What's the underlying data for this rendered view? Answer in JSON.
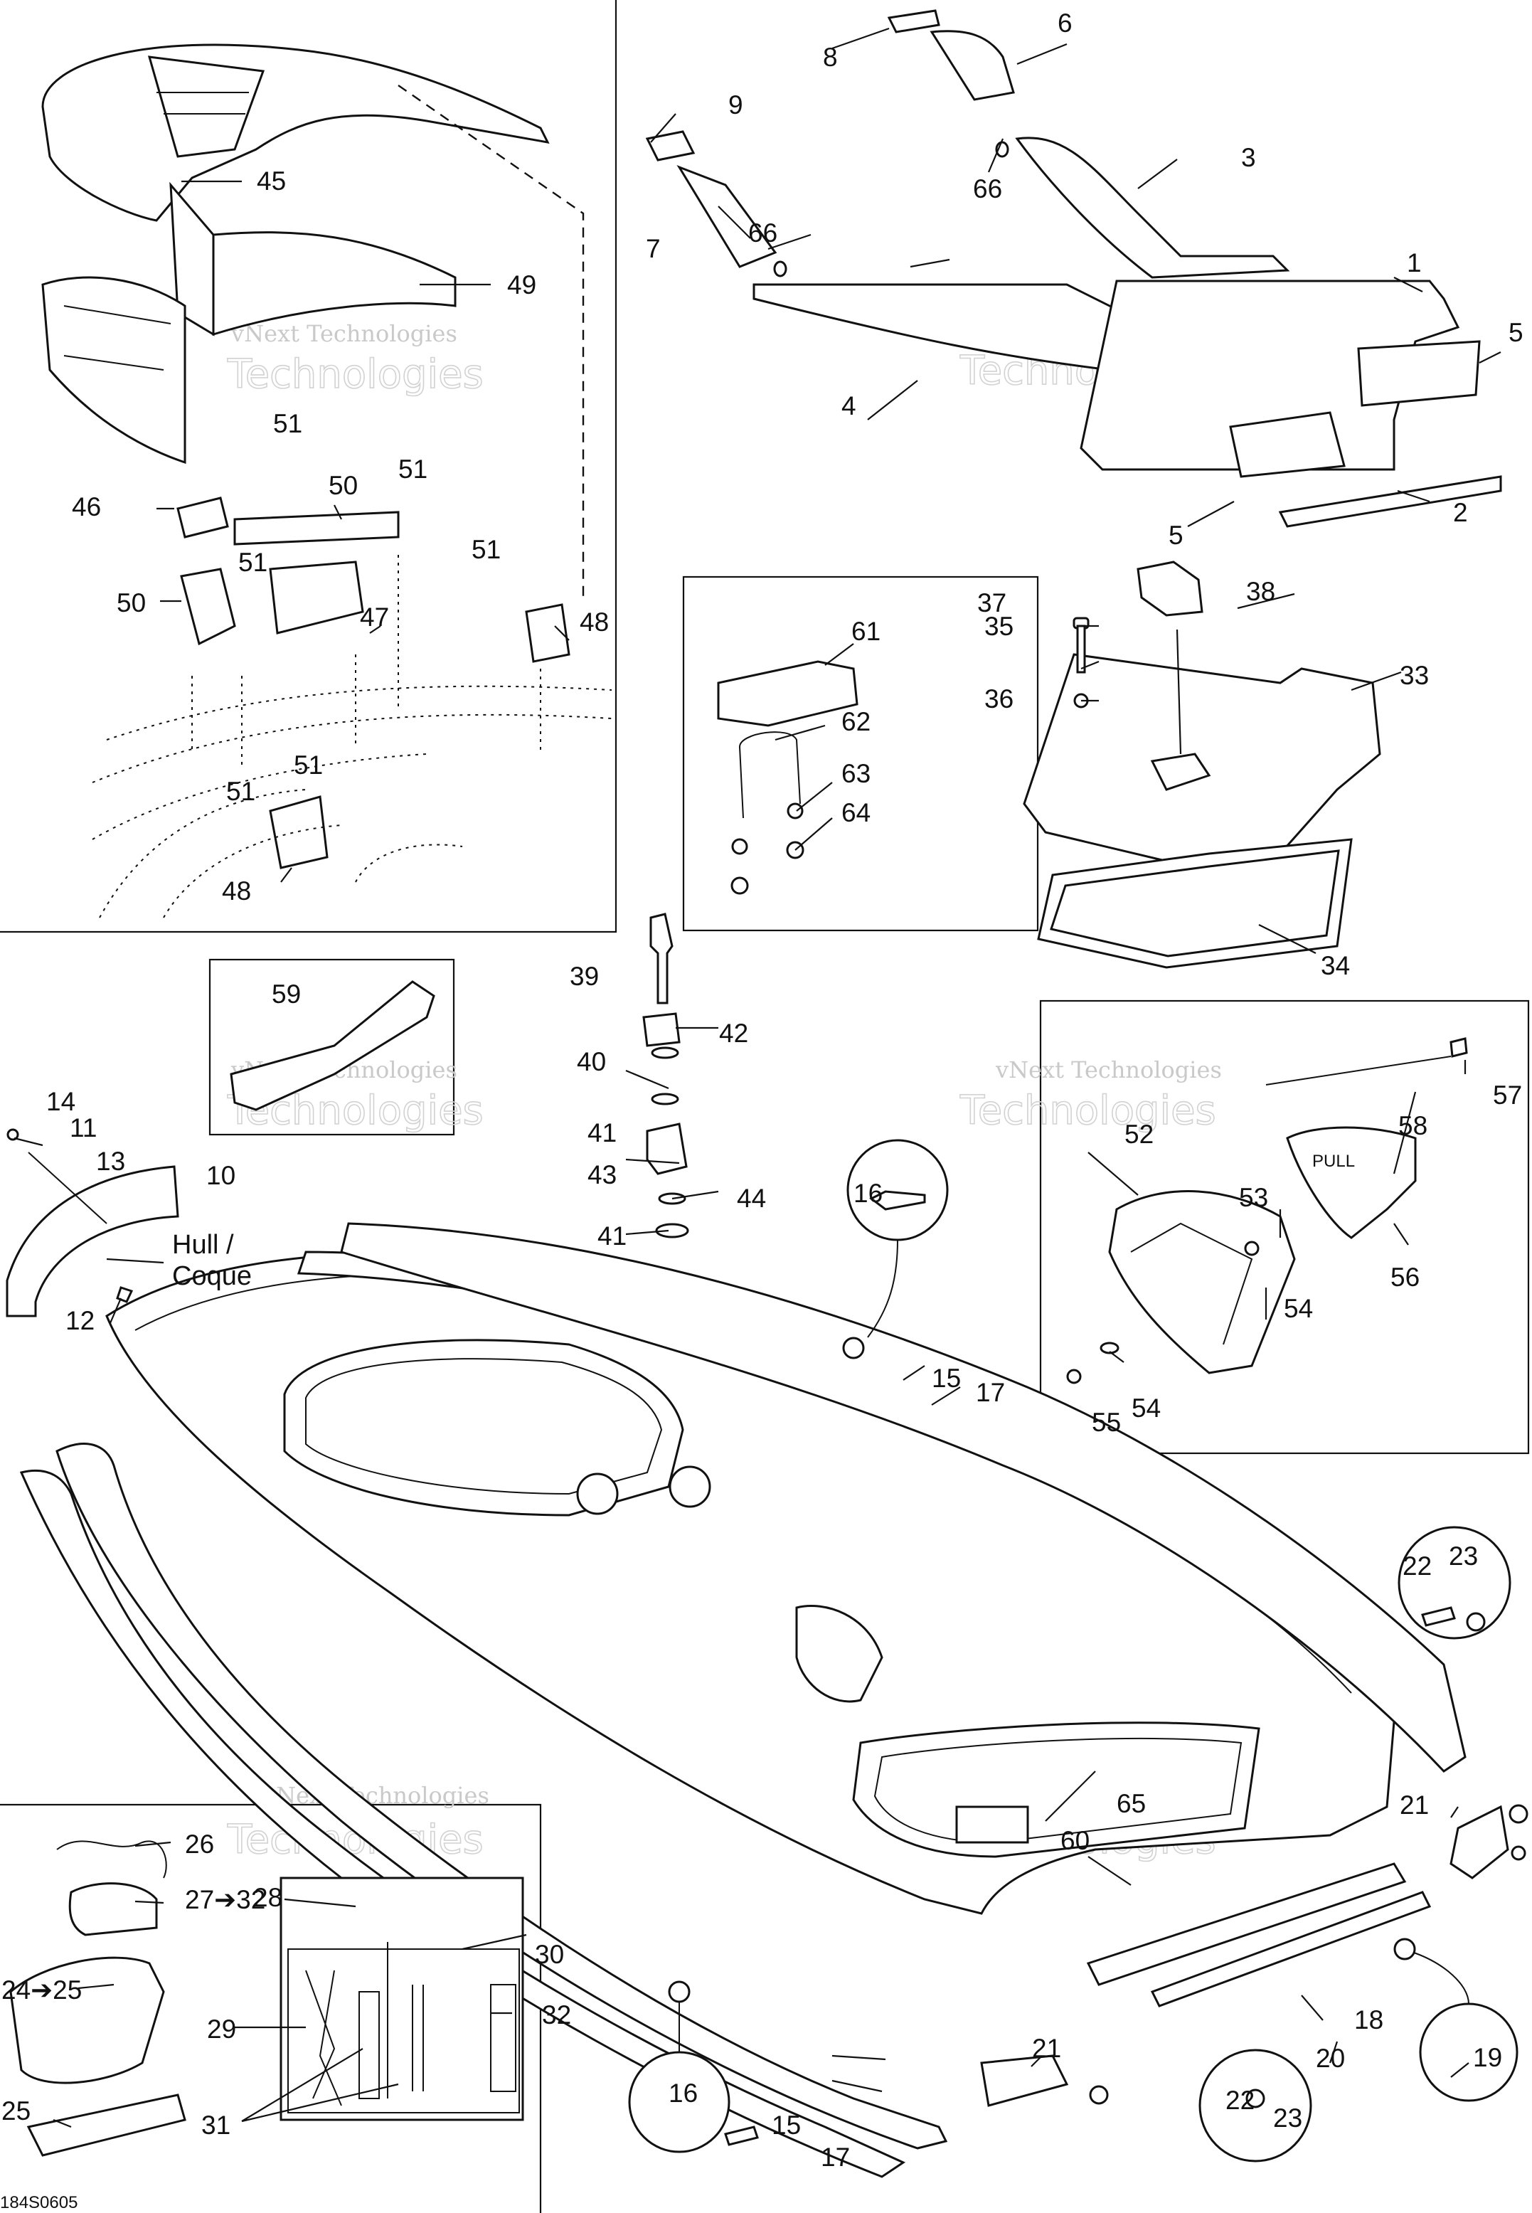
{
  "diagram_code": "184S0605",
  "watermark": {
    "line1": "vNext Technologies",
    "line2": "Technologies"
  },
  "labels": {
    "p1": "1",
    "p2": "2",
    "p3": "3",
    "p4": "4",
    "p5a": "5",
    "p5b": "5",
    "p6": "6",
    "p7": "7",
    "p8": "8",
    "p9": "9",
    "p10": "10",
    "p11": "11",
    "p12": "12",
    "p13": "13",
    "p14": "14",
    "p15a": "15",
    "p15b": "15",
    "p16a": "16",
    "p16b": "16",
    "p17a": "17",
    "p17b": "17",
    "p18": "18",
    "p19": "19",
    "p20": "20",
    "p21a": "21",
    "p21b": "21",
    "p22a": "22",
    "p22b": "22",
    "p23a": "23",
    "p23b": "23",
    "p24": "24➔25",
    "p25": "25",
    "p26": "26",
    "p27": "27➔32",
    "p28": "28",
    "p29": "29",
    "p30": "30",
    "p31": "31",
    "p32": "32",
    "p33": "33",
    "p34": "34",
    "p35": "35",
    "p36": "36",
    "p37": "37",
    "p38": "38",
    "p39": "39",
    "p40": "40",
    "p41a": "41",
    "p41b": "41",
    "p42": "42",
    "p43": "43",
    "p44": "44",
    "p45": "45",
    "p46": "46",
    "p47": "47",
    "p48a": "48",
    "p48b": "48",
    "p49": "49",
    "p50a": "50",
    "p50b": "50",
    "p51a": "51",
    "p51b": "51",
    "p51c": "51",
    "p51d": "51",
    "p51e": "51",
    "p51f": "51",
    "p52": "52",
    "p53": "53",
    "p54a": "54",
    "p54b": "54",
    "p55": "55",
    "p56": "56",
    "p57": "57",
    "p58": "58",
    "p59": "59",
    "p60": "60",
    "p61": "61",
    "p62": "62",
    "p63": "63",
    "p64": "64",
    "p65": "65",
    "p66a": "66",
    "p66b": "66"
  },
  "hull_note": {
    "line1": "Hull /",
    "line2": "Coque"
  },
  "pull_handle_text": "PULL"
}
